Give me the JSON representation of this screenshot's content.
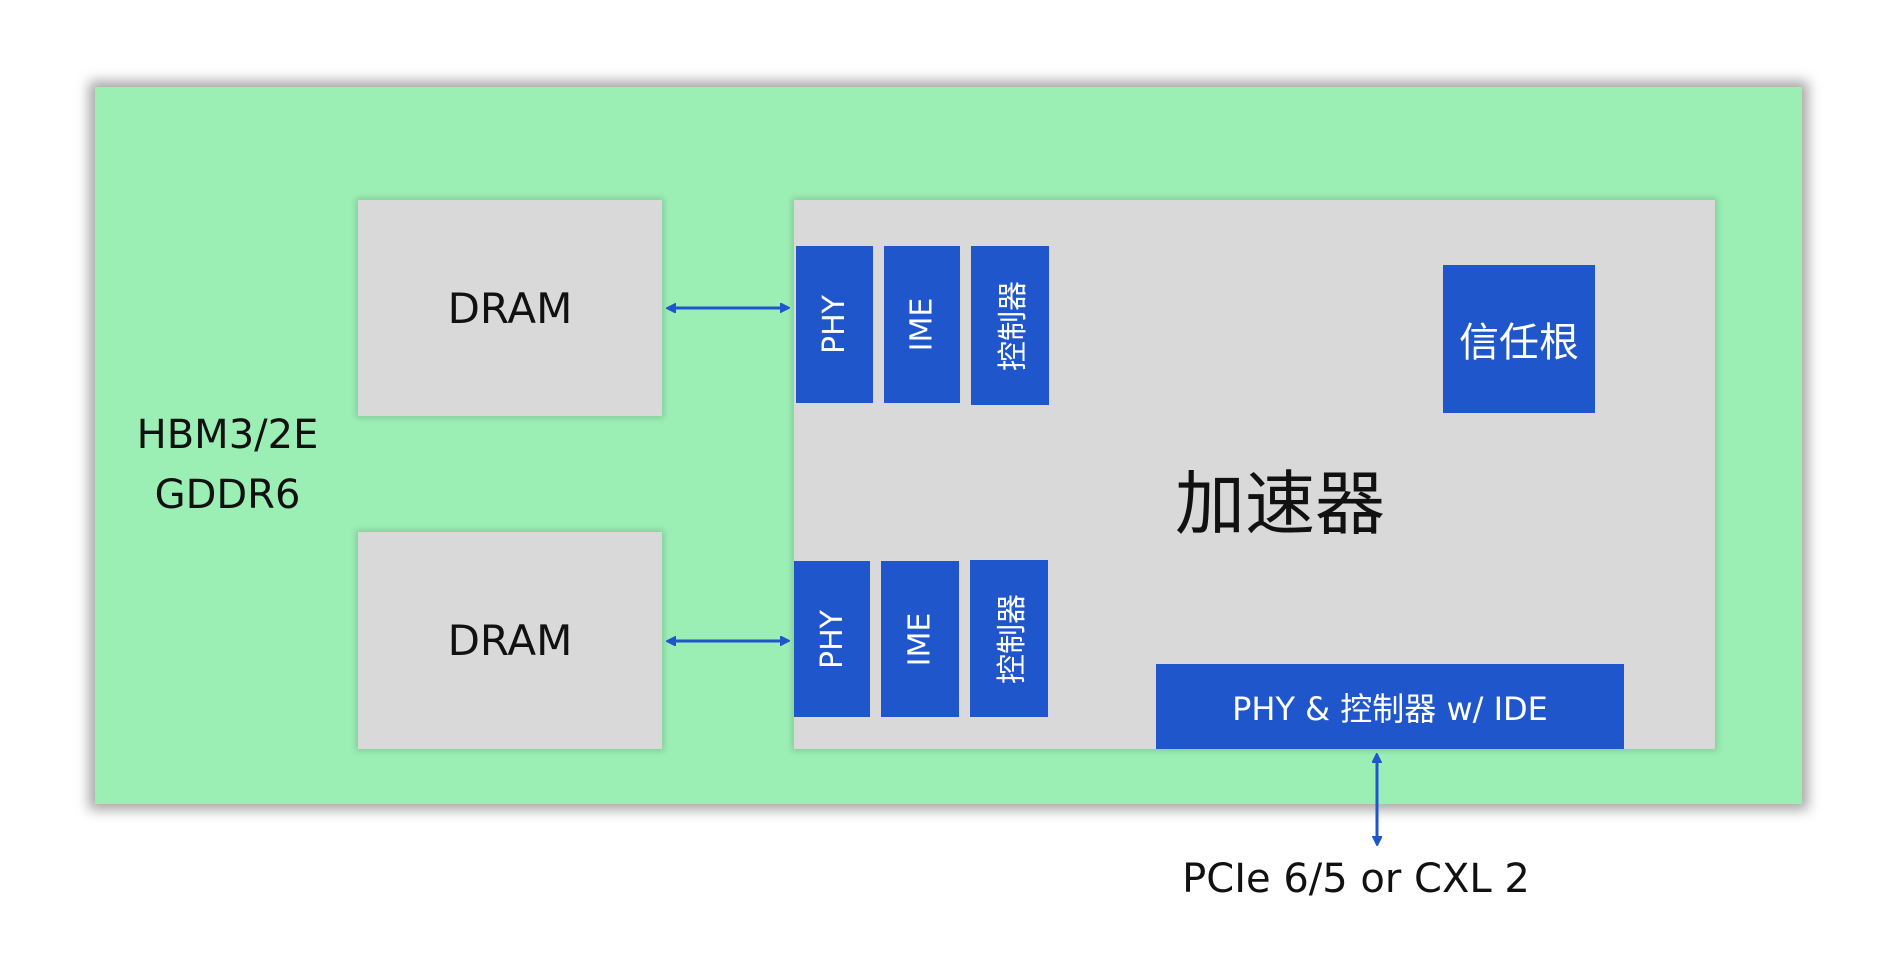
{
  "memory_label": [
    "HBM3/2E",
    "GDDR6"
  ],
  "dram_blocks": [
    "DRAM",
    "DRAM"
  ],
  "accelerator": {
    "title": "加速器",
    "root_of_trust": "信任根",
    "top_interface": [
      "PHY",
      "IME",
      "控制器"
    ],
    "bottom_interface": [
      "PHY",
      "IME",
      "控制器"
    ],
    "host_interface": "PHY & 控制器 w/ IDE"
  },
  "host_link": "PCIe 6/5 or CXL 2",
  "colors": {
    "board": "#9beeb4",
    "block": "#d9d9d9",
    "ip": "#1f56cc",
    "arrow": "#1f56cc"
  }
}
